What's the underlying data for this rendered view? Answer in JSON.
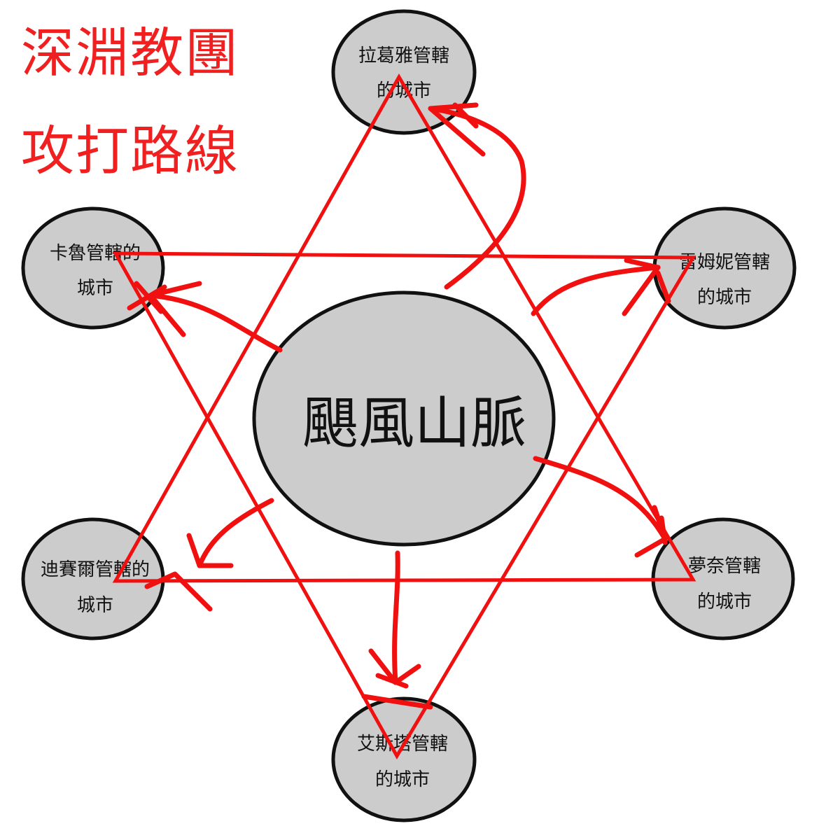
{
  "title": {
    "line1": "深淵教團",
    "line2": "攻打路線"
  },
  "center": {
    "label": "颶風山脈"
  },
  "cities": [
    {
      "id": "lagaya",
      "line1": "拉葛雅管轄",
      "line2": "的城市"
    },
    {
      "id": "leimuni",
      "line1": "雷姆妮管轄",
      "line2": "的城市"
    },
    {
      "id": "mengnai",
      "line1": "夢奈管轄",
      "line2": "的城市"
    },
    {
      "id": "aisita",
      "line1": "艾斯塔管轄",
      "line2": "的城市"
    },
    {
      "id": "disaier",
      "line1": "迪賽爾管轄的",
      "line2": "城市"
    },
    {
      "id": "kalu",
      "line1": "卡魯管轄的",
      "line2": "城市"
    }
  ],
  "colors": {
    "accent": "#f01010",
    "node_fill": "#cccccc",
    "node_stroke": "#111111"
  }
}
